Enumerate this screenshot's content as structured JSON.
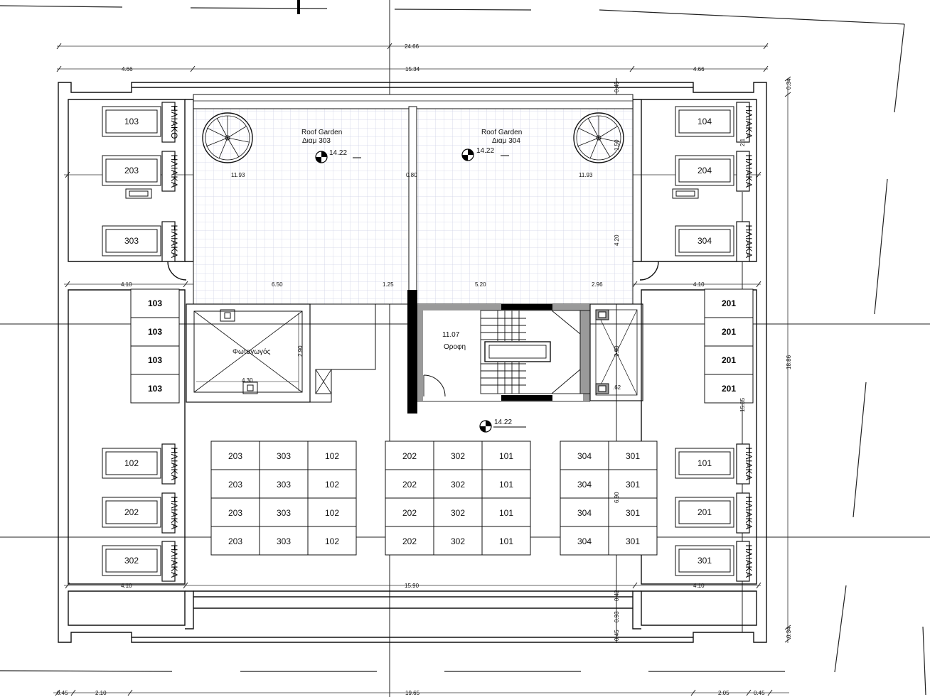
{
  "dimensions": {
    "top_total": "24.66",
    "top_left": "4.66",
    "top_mid": "15.34",
    "top_right": "4.66",
    "garden_left": "11.93",
    "garden_mid": "0.80",
    "garden_right": "11.93",
    "row_left": "4.10",
    "seg_a": "6.50",
    "seg_b": "1.25",
    "seg_c": "5.20",
    "seg_d": "2.96",
    "row_right": "4.10",
    "lower_left": "4.10",
    "lower_mid": "15.90",
    "lower_right": "4.10",
    "bottom_edge_left": "0.45",
    "bottom_left": "2.10",
    "bottom_mid": "19.65",
    "bottom_right": "2.05",
    "bottom_edge_right": "0.45",
    "right_total": "18.86",
    "right_lower": "15.35",
    "right_top": "0.34",
    "right_bottom": "0.34",
    "v_a": "0.45",
    "v_b": "1.50",
    "v_c": "4.20",
    "v_d": "6.90",
    "v_e": "0.93",
    "v_f": "0.42",
    "v_g": "0.45",
    "top_right_small": "2.1",
    "light_well_h": "2.90",
    "light_well_w": "4.30",
    "shaft_h": "2.90",
    "shaft_w": ".62"
  },
  "labels": {
    "roof_garden_left": "Roof Garden",
    "roof_garden_left_sub": "Διαμ 303",
    "roof_garden_right": "Roof Garden",
    "roof_garden_right_sub": "Διαμ 304",
    "level_garden_left": "14.22",
    "level_garden_right": "14.22",
    "level_roof": "11.07",
    "roof_word": "Οροφη",
    "level_mid": "14.22",
    "light_well": "Φωταγωγός"
  },
  "solar_labels": {
    "s1": "ΗΛΙΑΚΟ",
    "s2": "ΗΛΙΑΚΑ",
    "s3": "ΗΛΙΑΚΑ",
    "s4": "ΗΛΙΑΚΑ",
    "s5": "ΗΛΙΑΚΑ",
    "s6": "ΗΛΙΑΚΑ",
    "s7": "ΗΛΙΑΚΑ",
    "s8": "ΗΛΙΑΚΑ",
    "s9": "ΗΛΙΑΚΑ",
    "s10": "ΗΛΙΑΚΑ",
    "s11": "ΗΛΙΑΚΑ",
    "s12": "ΗΛΙΑΚΑ"
  },
  "tanks": {
    "left_top": [
      "103",
      "203",
      "303"
    ],
    "right_top": [
      "104",
      "204",
      "304"
    ],
    "left_bottom": [
      "102",
      "202",
      "302"
    ],
    "right_bottom": [
      "101",
      "201",
      "301"
    ]
  },
  "meter_columns": {
    "left": [
      "103",
      "103",
      "103",
      "103"
    ],
    "right": [
      "201",
      "201",
      "201",
      "201"
    ]
  },
  "grids": {
    "g1": [
      [
        "203",
        "303",
        "102"
      ],
      [
        "203",
        "303",
        "102"
      ],
      [
        "203",
        "303",
        "102"
      ],
      [
        "203",
        "303",
        "102"
      ]
    ],
    "g2": [
      [
        "202",
        "302",
        "101"
      ],
      [
        "202",
        "302",
        "101"
      ],
      [
        "202",
        "302",
        "101"
      ],
      [
        "202",
        "302",
        "101"
      ]
    ],
    "g3": [
      [
        "304",
        "301"
      ],
      [
        "304",
        "301"
      ],
      [
        "304",
        "301"
      ],
      [
        "304",
        "301"
      ]
    ]
  }
}
